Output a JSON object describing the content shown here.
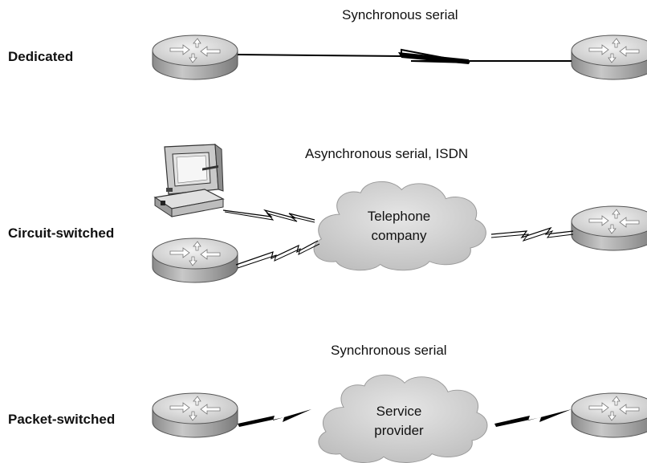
{
  "rows": {
    "dedicated": {
      "label": "Dedicated",
      "caption": "Synchronous serial"
    },
    "circuit": {
      "label": "Circuit-switched",
      "caption": "Asynchronous serial, ISDN",
      "cloud_line1": "Telephone",
      "cloud_line2": "company"
    },
    "packet": {
      "label": "Packet-switched",
      "caption": "Synchronous serial",
      "cloud_line1": "Service",
      "cloud_line2": "provider"
    }
  },
  "colors": {
    "router_top": "#dcdcdc",
    "router_side": "#9a9a9a",
    "cloud_fill": "#d2d2d2",
    "link_line": "#000000"
  },
  "icons": [
    "router-icon",
    "computer-icon",
    "cloud-icon"
  ]
}
